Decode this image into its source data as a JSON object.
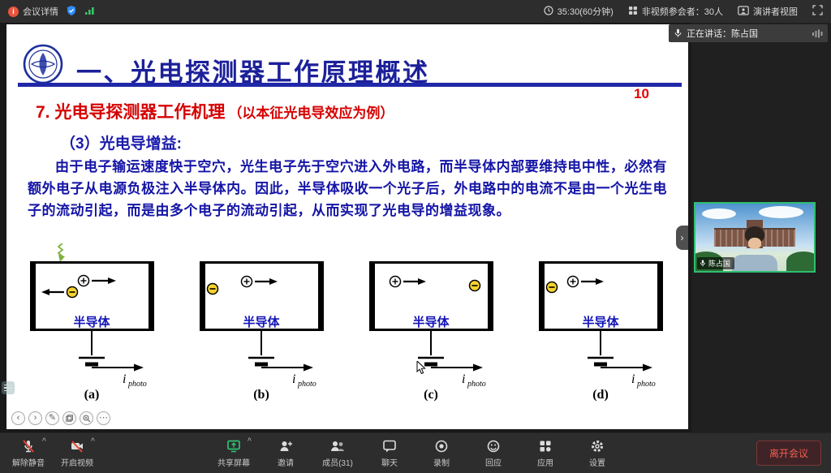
{
  "top_bar": {
    "meeting_details_label": "会议详情",
    "timer": "35:30(60分钟)",
    "non_video_participants": "非视频参会者：30人",
    "view_mode": "演讲者视图"
  },
  "speaking": {
    "label": "正在讲话：陈占国"
  },
  "video_tile": {
    "name": "陈占国"
  },
  "slide": {
    "title": "一、光电探测器工作原理概述",
    "page_number": "10",
    "section_heading": "7. 光电导探测器工作机理",
    "section_note": "（以本征光电导效应为例）",
    "sub_heading": "（3）光电导增益:",
    "body_text": "由于电子输运速度快于空穴，光生电子先于空穴进入外电路，而半导体内部要维持电中性，必然有额外电子从电源负极注入半导体内。因此，半导体吸收一个光子后，外电路中的电流不是由一个光生电子的流动引起，而是由多个电子的流动引起，从而实现了光电导的增益现象。",
    "diagrams": [
      {
        "label": "(a)",
        "box_label": "半导体",
        "current": "i",
        "current_sub": "photo"
      },
      {
        "label": "(b)",
        "box_label": "半导体",
        "current": "i",
        "current_sub": "photo"
      },
      {
        "label": "(c)",
        "box_label": "半导体",
        "current": "i",
        "current_sub": "photo"
      },
      {
        "label": "(d)",
        "box_label": "半导体",
        "current": "i",
        "current_sub": "photo"
      }
    ]
  },
  "toolbar": {
    "unmute": "解除静音",
    "start_video": "开启视频",
    "share_screen": "共享屏幕",
    "invite": "邀请",
    "members": "成员(31)",
    "chat": "聊天",
    "record": "录制",
    "react": "回应",
    "apps": "应用",
    "settings": "设置",
    "leave_meeting": "离开会议"
  },
  "icons": {
    "info": "i",
    "caret": "^",
    "nav_prev": "‹",
    "nav_next": "›",
    "pen": "✎",
    "more": "⋯",
    "chevron_right": "›"
  },
  "colors": {
    "accent_green": "#2fbf71",
    "danger_red": "#f25f50",
    "slide_blue": "#1414a6",
    "slide_red": "#d60000",
    "title_blue": "#1c2099"
  }
}
